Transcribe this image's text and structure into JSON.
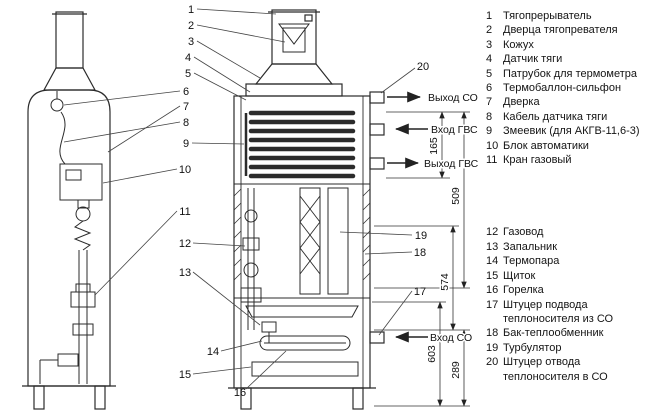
{
  "diagram": {
    "callouts": [
      "1",
      "2",
      "3",
      "4",
      "5",
      "6",
      "7",
      "8",
      "9",
      "10",
      "11",
      "12",
      "13",
      "14",
      "15",
      "16",
      "17",
      "18",
      "19",
      "20"
    ],
    "ports": {
      "outlet_co": "Выход СО",
      "inlet_gvs": "Вход ГВС",
      "outlet_gvs": "Выход ГВС",
      "inlet_co": "Вход СО"
    },
    "dimensions_mm": [
      "165",
      "509",
      "574",
      "603",
      "289"
    ]
  },
  "legend": {
    "group1": [
      {
        "num": "1",
        "label": "Тягопрерыватель"
      },
      {
        "num": "2",
        "label": "Дверца тягопревателя"
      },
      {
        "num": "3",
        "label": "Кожух"
      },
      {
        "num": "4",
        "label": "Датчик тяги"
      },
      {
        "num": "5",
        "label": "Патрубок для термометра"
      },
      {
        "num": "6",
        "label": "Термобаллон-сильфон"
      },
      {
        "num": "7",
        "label": "Дверка"
      },
      {
        "num": "8",
        "label": "Кабель датчика тяги"
      },
      {
        "num": "9",
        "label": "Змеевик (для АКГВ-11,6-3)"
      },
      {
        "num": "10",
        "label": "Блок автоматики"
      },
      {
        "num": "11",
        "label": "Кран газовый"
      }
    ],
    "group2": [
      {
        "num": "12",
        "label": "Газовод"
      },
      {
        "num": "13",
        "label": "Запальник"
      },
      {
        "num": "14",
        "label": "Термопара"
      },
      {
        "num": "15",
        "label": "Щиток"
      },
      {
        "num": "16",
        "label": "Горелка"
      },
      {
        "num": "17",
        "label": "Штуцер подвода теплоносителя из СО"
      },
      {
        "num": "18",
        "label": "Бак-теплообменник"
      },
      {
        "num": "19",
        "label": "Турбулятор"
      },
      {
        "num": "20",
        "label": "Штуцер отвода теплоносителя в СО"
      }
    ]
  }
}
